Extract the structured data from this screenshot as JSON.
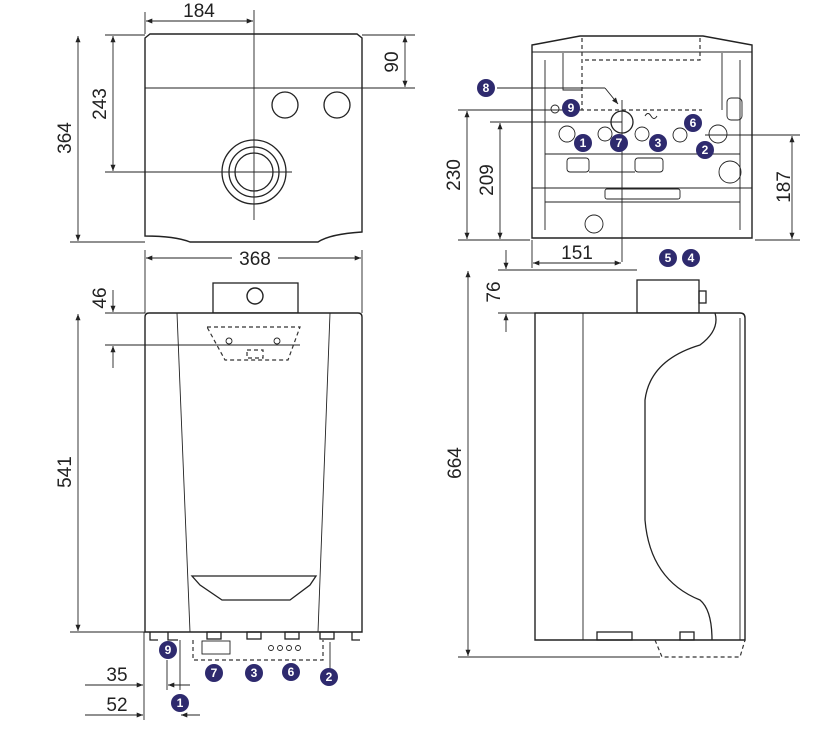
{
  "dimensions": {
    "top_width_center": "184",
    "top_front_depth": "90",
    "top_flue_depth": "243",
    "top_total_depth": "364",
    "front_width": "368",
    "front_bracket_offset": "46",
    "front_height": "541",
    "bottom_offset_35": "35",
    "bottom_offset_52": "52",
    "rear_height_230": "230",
    "rear_height_209": "209",
    "rear_height_187": "187",
    "rear_flue_offset": "151",
    "side_flue_offset": "76",
    "side_total_height": "664"
  },
  "badges": {
    "b1": "1",
    "b2": "2",
    "b3": "3",
    "b4": "4",
    "b5": "5",
    "b6": "6",
    "b7": "7",
    "b8": "8",
    "b9": "9"
  },
  "colors": {
    "badge": "#2e2a6e",
    "line": "#222222"
  }
}
